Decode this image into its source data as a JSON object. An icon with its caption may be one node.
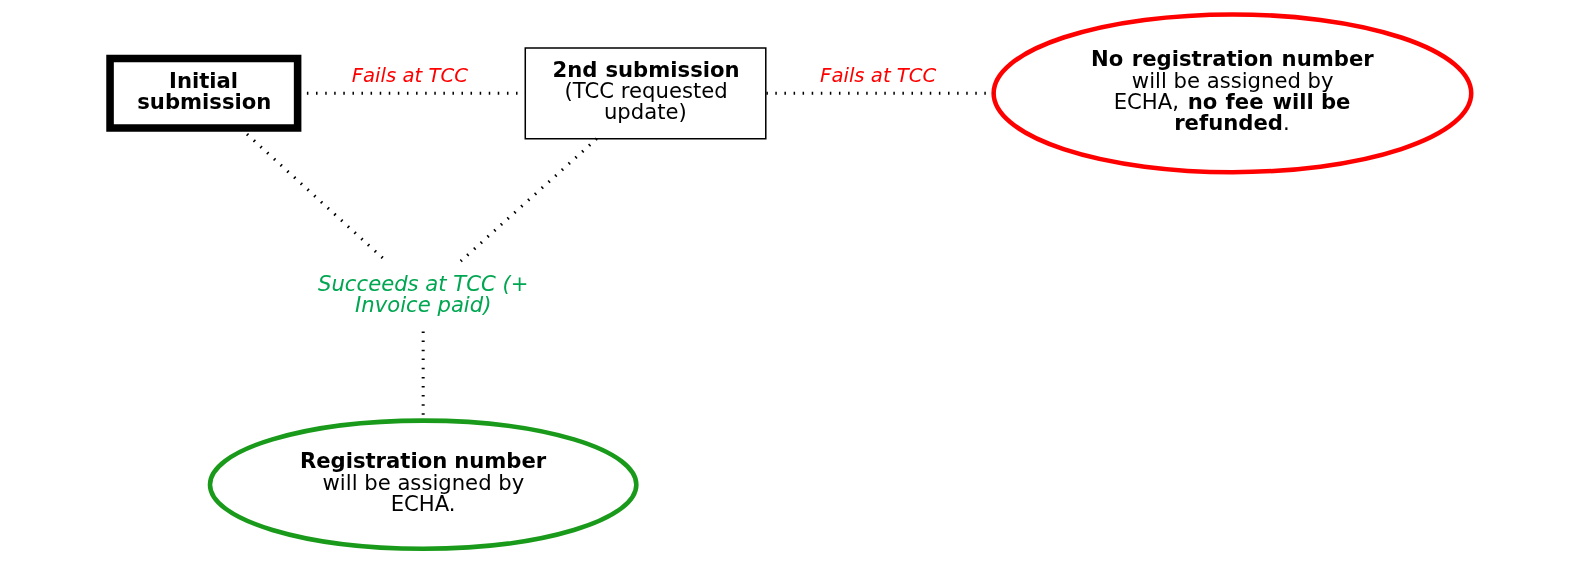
{
  "diagram": {
    "nodes": [
      {
        "text": [
          "Initial submission"
        ]
      },
      {
        "text": [
          "2nd submission",
          "(TCC requested update)"
        ]
      },
      {
        "text": [
          "**No registration number** will be assigned by ECHA, **no fee will be refunded**."
        ]
      },
      {
        "text": [
          "Succeeds at TCC (+ Invoice paid)"
        ]
      },
      {
        "text": [
          "**Registration number** will be assigned by ECHA."
        ]
      }
    ],
    "edges": [
      {
        "from": 0,
        "to": 1,
        "arrow": "none",
        "label": "Fails at TCC"
      },
      {
        "from": 1,
        "to": 2,
        "arrow": "none",
        "label": "Fails at TCC"
      },
      {
        "from": 0,
        "to": 3,
        "arrow": "none"
      },
      {
        "from": 1,
        "to": 3,
        "arrow": "none"
      },
      {
        "from": 3,
        "to": 4,
        "arrow": "none"
      }
    ]
  }
}
